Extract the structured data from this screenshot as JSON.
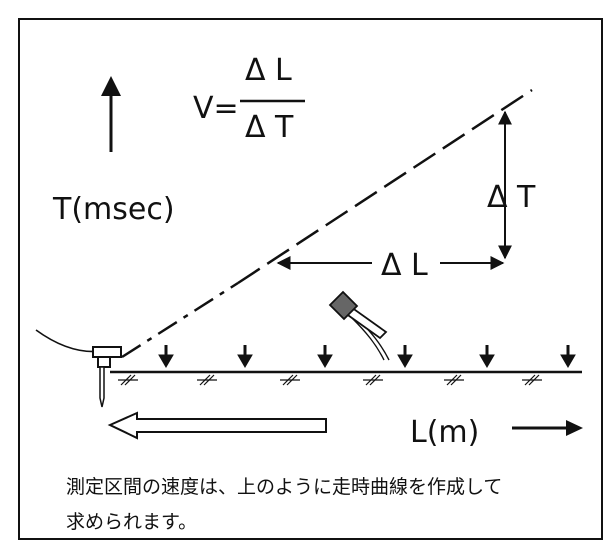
{
  "formula": {
    "lhs": "V=",
    "numerator": "Δ L",
    "denominator": "Δ T"
  },
  "axis": {
    "y_label": "T(msec)",
    "x_label": "L(m)"
  },
  "dimensions": {
    "delta_t": "Δ T",
    "delta_l": "Δ L"
  },
  "caption": {
    "line1": "測定区間の速度は、上のように走時曲線を作成して",
    "line2": "求められます。"
  }
}
